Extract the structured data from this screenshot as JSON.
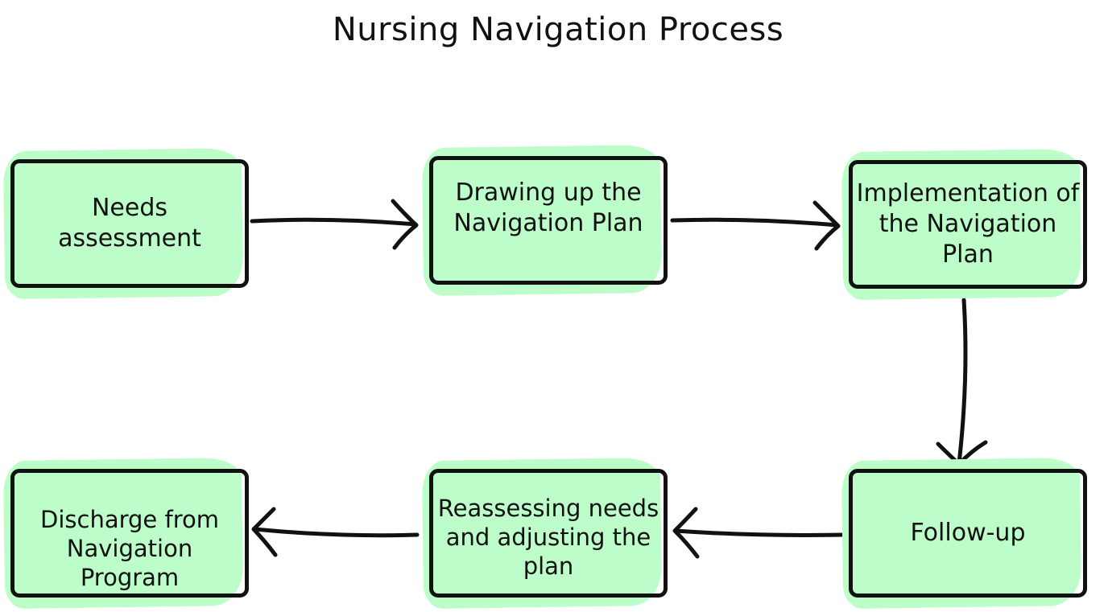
{
  "title": "Nursing Navigation Process",
  "colors": {
    "highlight": "#bdfdc9",
    "stroke": "#111111",
    "background": "#ffffff"
  },
  "steps": [
    {
      "label": "Needs assessment"
    },
    {
      "label": "Drawing up the Navigation Plan"
    },
    {
      "label": "Implementation of the Navigation Plan"
    },
    {
      "label": "Follow-up"
    },
    {
      "label": "Reassessing needs and adjusting the plan"
    },
    {
      "label": "Discharge from Navigation Program"
    }
  ]
}
